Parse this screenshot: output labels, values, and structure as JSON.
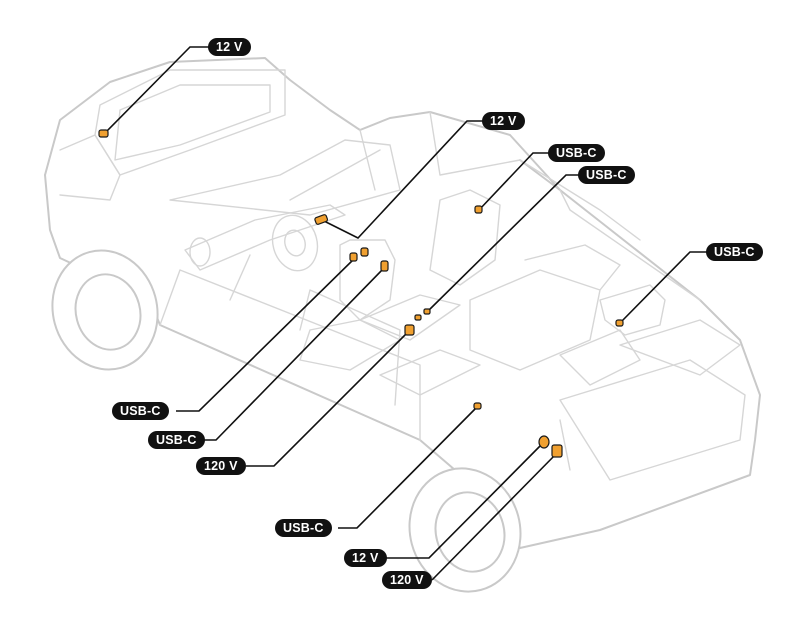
{
  "labels": {
    "trunk_12v": "12 V",
    "dash_12v": "12 V",
    "usbc_right_seat": "USB-C",
    "usbc_console": "USB-C",
    "usbc_rear_console": "USB-C",
    "usbc_front_left": "USB-C",
    "usbc_front_right": "USB-C",
    "v120_console": "120 V",
    "usbc_floor": "USB-C",
    "trunk_bed_12v": "12 V",
    "trunk_bed_120v": "120 V"
  },
  "colors": {
    "port_fill": "#f0a030",
    "label_bg": "#111111",
    "label_text": "#ffffff",
    "car_outline": "#c9c9c9"
  }
}
